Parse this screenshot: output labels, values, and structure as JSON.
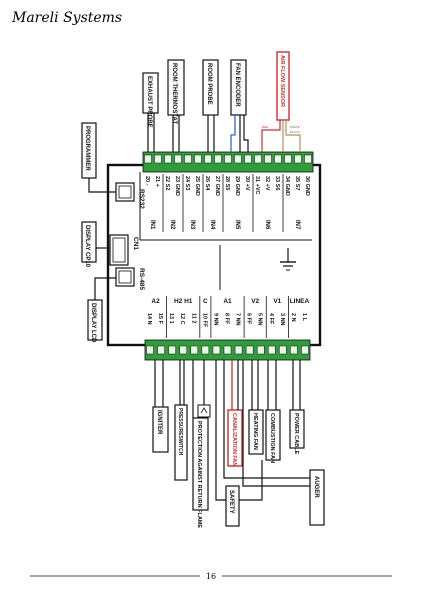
{
  "header": {
    "brand": "Mareli Systems"
  },
  "footer": {
    "page_number": "16"
  },
  "colors": {
    "wire": "#111111",
    "red": "#d62b2b",
    "blue": "#2a6cc4",
    "terminal_green": "#2f9d3a",
    "tan_wire": "#b8905a"
  },
  "top_devices": {
    "exhaust_probe": "EXHAUST PROBE",
    "room_thermostat": "ROOM THERMOSTAT",
    "room_probe": "ROOM PROBE",
    "fan_encoder": "FAN ENCODER",
    "airflow_sensor": "AIR FLOW SENSOR"
  },
  "left_devices": {
    "programmer": "PROGRAMMER",
    "display_cp10": "DISPLAY CP10",
    "display_lcd": "DISPLAY LCD"
  },
  "bottom_devices": {
    "igniter": "IGNITER",
    "pressure_switch": "PRESSURESWITCH",
    "protection_thermostat": "PROTECTION AGAINST RETURN FLAME",
    "canalization_fan": "CANALIZATION FAN",
    "heating_fan": "HEATING FAN",
    "combustion_fan": "COMBUSTION FAN",
    "power_cable": "POWER CABLE",
    "auger": "AUGER",
    "safety": "SAFETY"
  },
  "board": {
    "rs232": "RS232",
    "cn1": "CN1",
    "rs485": "RS-485",
    "top_inputs": [
      {
        "label": "IN1",
        "pins": [
          "20 -",
          "21 +"
        ]
      },
      {
        "label": "IN2",
        "pins": [
          "22 S2",
          "23 GND"
        ]
      },
      {
        "label": "IN3",
        "pins": [
          "24 S3",
          "25 GND"
        ]
      },
      {
        "label": "IN4",
        "pins": [
          "26 S4",
          "27 GND"
        ]
      },
      {
        "label": "IN5",
        "pins": [
          "28 S5",
          "29 GND",
          "30 +V"
        ]
      },
      {
        "label": "IN6",
        "pins": [
          "31 +VC",
          "32 +V",
          "33 S6"
        ]
      },
      {
        "label": "IN7",
        "pins": [
          "34 GND",
          "35 S7",
          "36 GND"
        ]
      }
    ],
    "bottom_groups": [
      {
        "label": "A2",
        "pins": [
          "14 N",
          "15 F"
        ]
      },
      {
        "label": "H2 H1",
        "pins": [
          "13 1",
          "12 C",
          "11 2"
        ]
      },
      {
        "label": "C",
        "pins": [
          "10 FF"
        ]
      },
      {
        "label": "A1",
        "pins": [
          "9 NN",
          "8 FF",
          "7 NN"
        ]
      },
      {
        "label": "V2",
        "pins": [
          "6 FF",
          "5 NN"
        ]
      },
      {
        "label": "V1",
        "pins": [
          "4 FF",
          "3 NN"
        ]
      },
      {
        "label": "LINEA",
        "pins": [
          "2 N",
          "1 L"
        ]
      }
    ]
  },
  "wire_labels": {
    "red": "RED",
    "white": "WHITE",
    "black": "BLACK"
  }
}
